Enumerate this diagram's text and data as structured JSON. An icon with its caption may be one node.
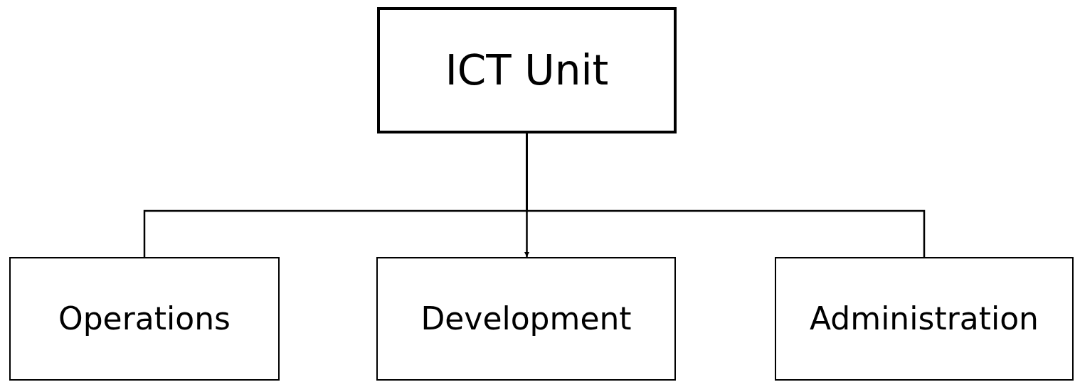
{
  "diagram": {
    "nodes": [
      {
        "text": [
          "ICT Unit"
        ]
      },
      {
        "text": [
          "Operations"
        ]
      },
      {
        "text": [
          "Development"
        ]
      },
      {
        "text": [
          "Administration"
        ]
      }
    ],
    "edges": [
      {
        "from": 0,
        "to": 1,
        "arrow": "none"
      },
      {
        "from": 0,
        "to": 2,
        "arrow": "to"
      },
      {
        "from": 0,
        "to": 3,
        "arrow": "none"
      }
    ]
  }
}
